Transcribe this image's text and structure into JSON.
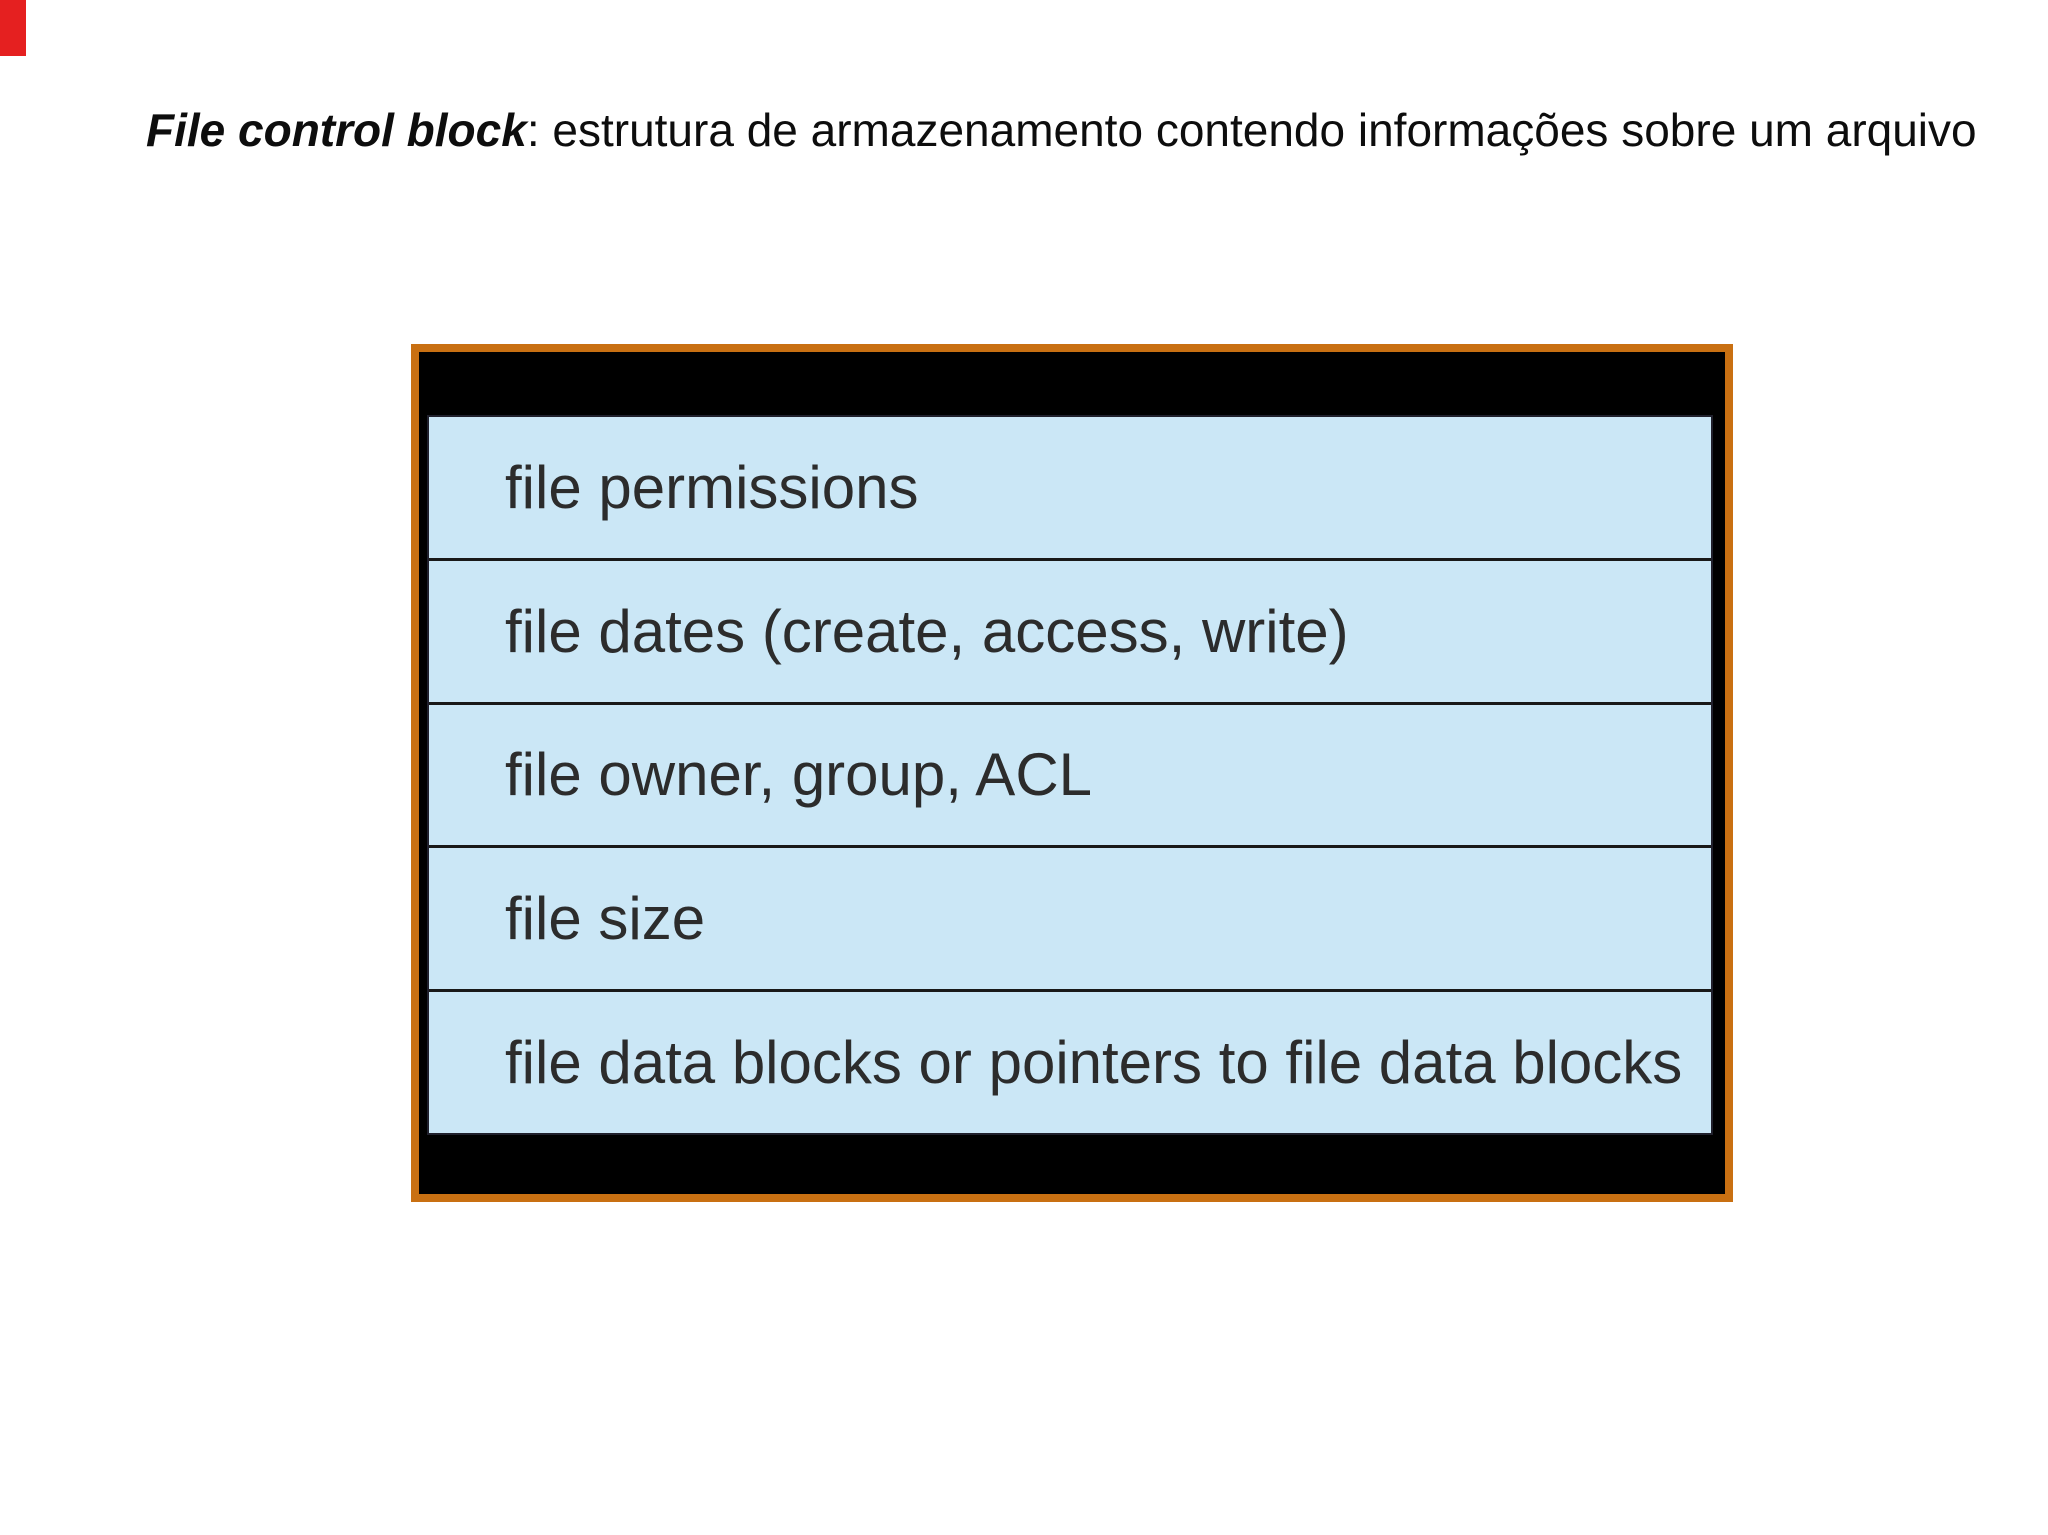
{
  "page": {
    "background_color": "#ffffff"
  },
  "marker": {
    "color": "#e52020"
  },
  "title": {
    "emphasis": "File control block",
    "rest": ": estrutura de armazenamento contendo informações sobre um arquivo"
  },
  "diagram": {
    "border_color": "#c97012",
    "background_color": "#000000",
    "row_background_color": "#cbe7f6",
    "row_text_color": "#2c2c2c",
    "rows": [
      {
        "label": "file permissions"
      },
      {
        "label": "file dates (create, access, write)"
      },
      {
        "label": "file owner, group, ACL"
      },
      {
        "label": "file size"
      },
      {
        "label": "file data blocks or pointers to file data blocks"
      }
    ]
  }
}
